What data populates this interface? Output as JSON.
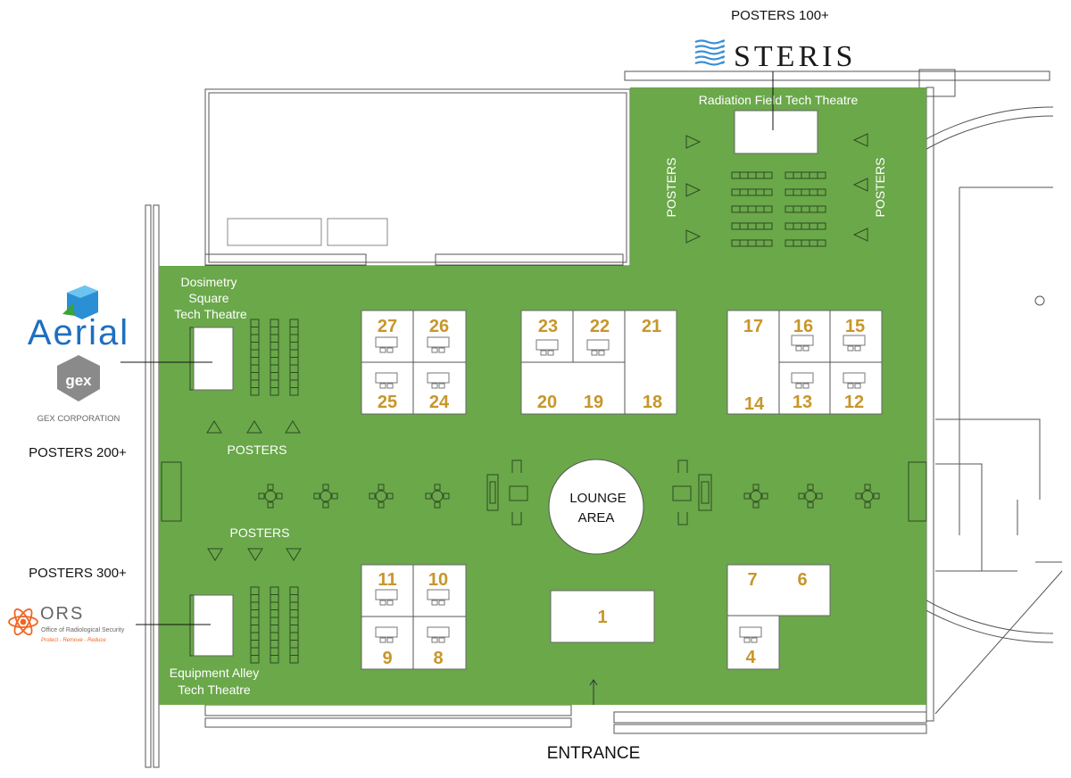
{
  "colors": {
    "floor": "#6aa84a",
    "booth_number": "#c8962a",
    "steris_blue": "#3b8fd6",
    "aerial_blue": "#1e6fc0",
    "ors_orange": "#f26522"
  },
  "sponsors": {
    "steris": {
      "name": "STERIS",
      "posters": "POSTERS 100+"
    },
    "aerial": {
      "name": "Aerial"
    },
    "gex": {
      "name": "GEX CORPORATION",
      "mark": "gex"
    },
    "ors": {
      "name": "ORS",
      "full": "Office of Radiological Security",
      "tagline": "Protect - Remove - Reduce",
      "posters": "POSTERS 300+"
    },
    "posters_200": "POSTERS 200+"
  },
  "theatres": {
    "radiation": "Radiation Field Tech Theatre",
    "dosimetry": [
      "Dosimetry",
      "Square",
      "Tech Theatre"
    ],
    "equipment": [
      "Equipment Alley",
      "Tech Theatre"
    ]
  },
  "posters_label": "POSTERS",
  "lounge": [
    "LOUNGE",
    "AREA"
  ],
  "entrance": "ENTRANCE",
  "booths": {
    "b1": "1",
    "b4": "4",
    "b6": "6",
    "b7": "7",
    "b8": "8",
    "b9": "9",
    "b10": "10",
    "b11": "11",
    "b12": "12",
    "b13": "13",
    "b14": "14",
    "b15": "15",
    "b16": "16",
    "b17": "17",
    "b18": "18",
    "b19": "19",
    "b20": "20",
    "b21": "21",
    "b22": "22",
    "b23": "23",
    "b24": "24",
    "b25": "25",
    "b26": "26",
    "b27": "27"
  }
}
